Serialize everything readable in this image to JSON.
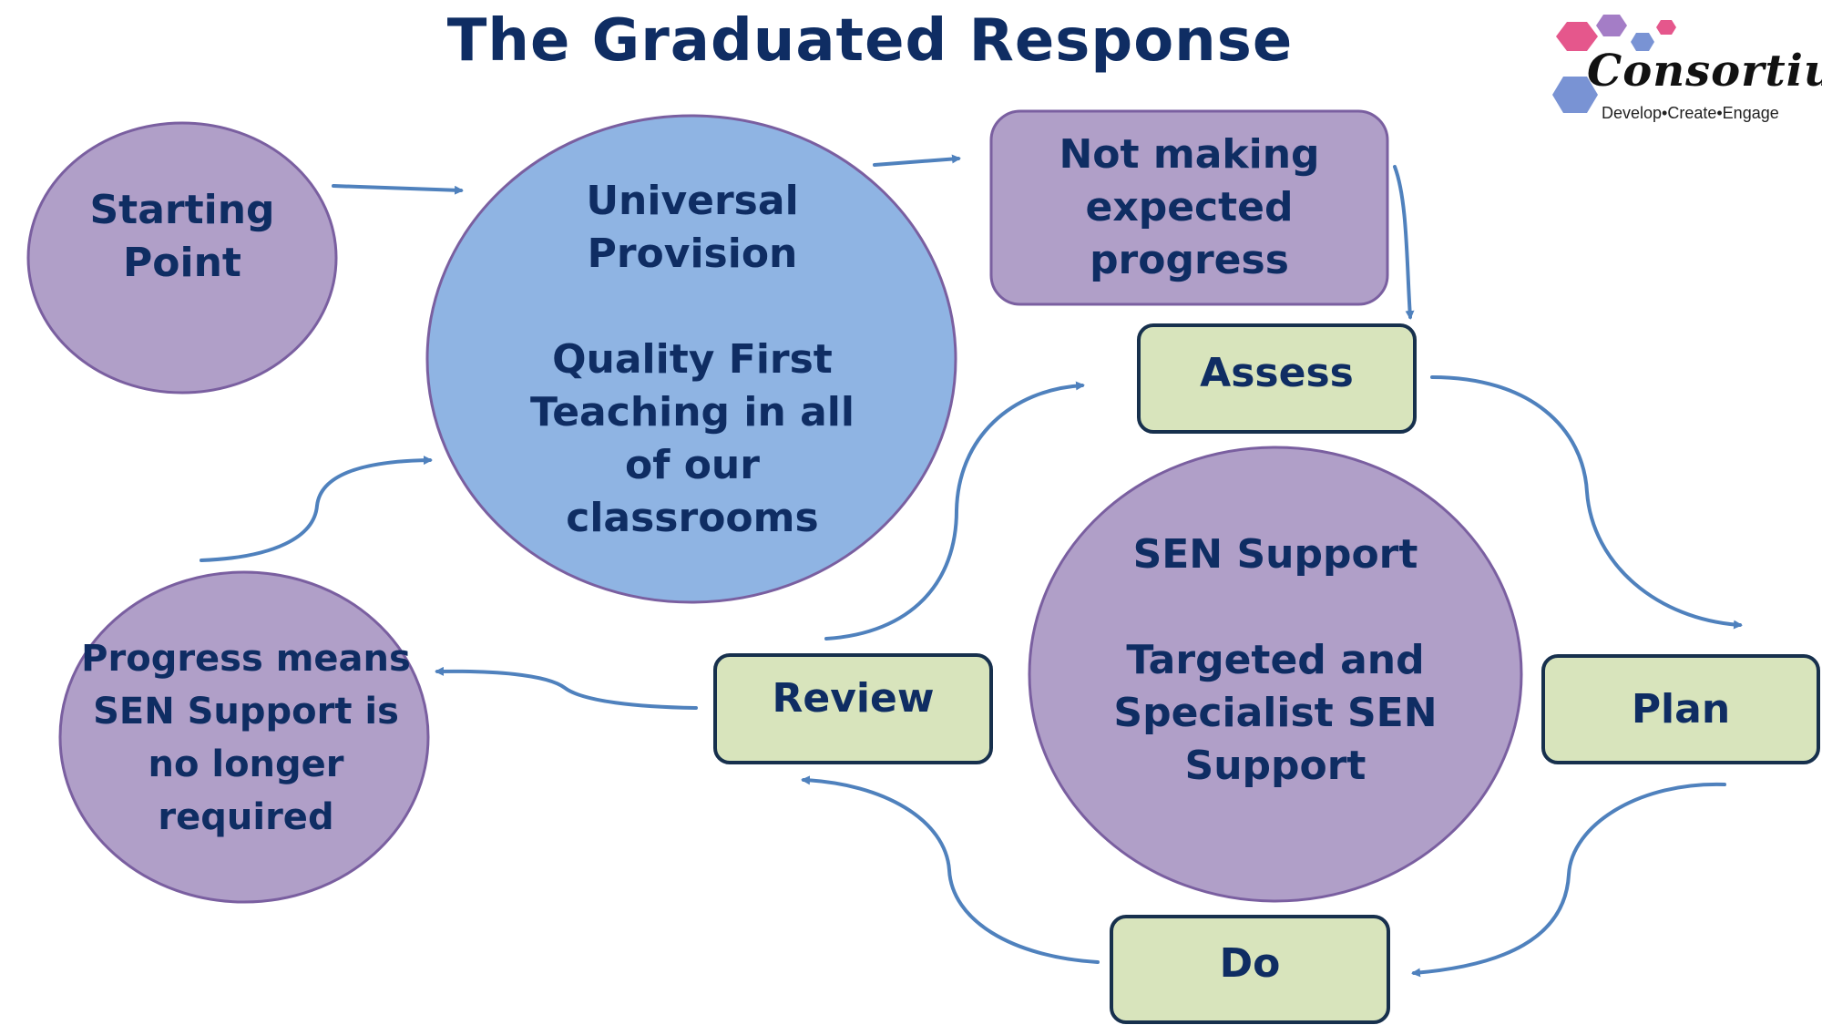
{
  "title": "The Graduated Response",
  "logo": {
    "name": "Consortium",
    "tagline": "Develop•Create•Engage",
    "colors": [
      "#e2457f",
      "#9a6fc0",
      "#6a87cf",
      "#e2457f",
      "#6a87cf"
    ]
  },
  "colors": {
    "purple_fill": "#b09fc8",
    "purple_stroke": "#7a5fa0",
    "blue_fill": "#8fb4e3",
    "green_fill": "#d8e4bc",
    "box_border": "#17304d",
    "arrow": "#4f81bd",
    "text": "#0f2d63"
  },
  "nodes": {
    "starting_point": "Starting\nPoint",
    "universal_provision": "Universal\nProvision\n\nQuality First\nTeaching in all\nof our\nclassrooms",
    "not_making_progress": "Not making\nexpected\nprogress",
    "assess": "Assess",
    "sen_support": "SEN Support\n\nTargeted and\nSpecialist SEN\nSupport",
    "plan": "Plan",
    "do": "Do",
    "review": "Review",
    "progress_means": "Progress means\nSEN Support is\nno longer\nrequired"
  },
  "edges": [
    {
      "from": "Starting Point",
      "to": "Universal Provision"
    },
    {
      "from": "Universal Provision",
      "to": "Not making expected progress"
    },
    {
      "from": "Not making expected progress",
      "to": "Assess"
    },
    {
      "from": "Assess",
      "to": "Plan"
    },
    {
      "from": "Plan",
      "to": "Do"
    },
    {
      "from": "Do",
      "to": "Review"
    },
    {
      "from": "Review",
      "to": "Assess"
    },
    {
      "from": "Review",
      "to": "Progress means SEN Support is no longer required"
    },
    {
      "from": "Progress means SEN Support is no longer required",
      "to": "Universal Provision"
    }
  ]
}
